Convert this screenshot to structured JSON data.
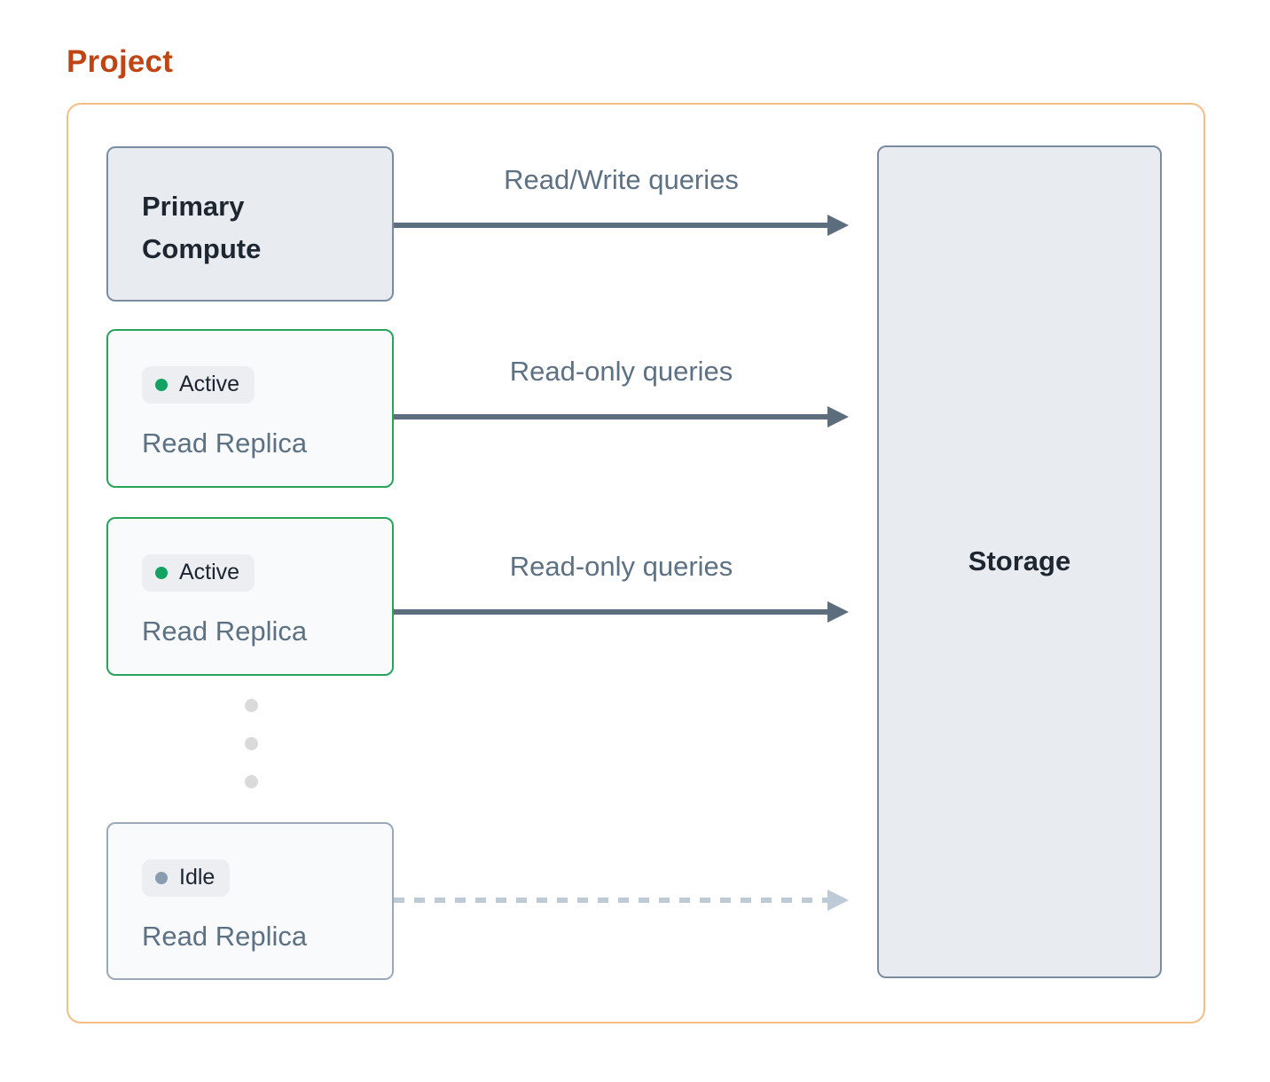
{
  "title": "Project",
  "colors": {
    "title": "#C04515",
    "container_border": "#F4BE85",
    "node_fill": "#E8EBF0",
    "node_border": "#7C8CA0",
    "replica_fill": "#F8FAFB",
    "replica_active_border": "#28A35C",
    "replica_idle_border": "#9AAABB",
    "badge_bg": "#ECEEF2",
    "badge_text": "#1B2430",
    "active_dot": "#13A262",
    "idle_dot": "#8A9CAF",
    "heading_text": "#1E2731",
    "muted_text": "#5D7184",
    "arrow": "#5C6D7D",
    "arrow_idle": "#BFCAD7",
    "ellipsis_dot": "#DADADA"
  },
  "nodes": {
    "primary": {
      "label": "Primary Compute"
    },
    "replica1": {
      "status": "Active",
      "label": "Read Replica"
    },
    "replica2": {
      "status": "Active",
      "label": "Read Replica"
    },
    "replica_idle": {
      "status": "Idle",
      "label": "Read Replica"
    },
    "storage": {
      "label": "Storage"
    }
  },
  "arrows": [
    {
      "label": "Read/Write queries",
      "style": "solid"
    },
    {
      "label": "Read-only queries",
      "style": "solid"
    },
    {
      "label": "Read-only queries",
      "style": "solid"
    },
    {
      "label": "",
      "style": "dashed"
    }
  ]
}
